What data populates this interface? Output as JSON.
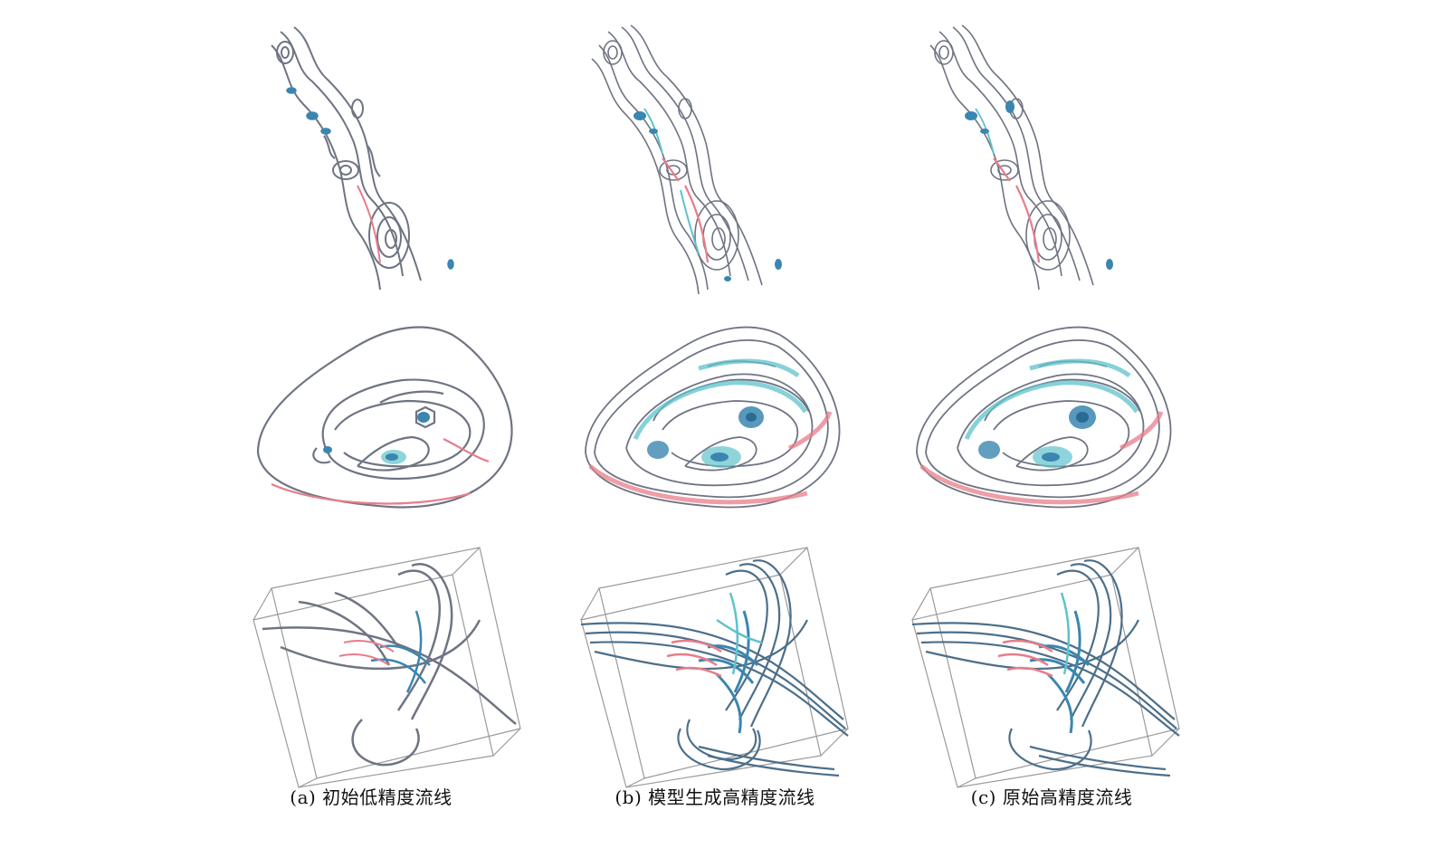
{
  "figure": {
    "panels": [
      {
        "id": "a",
        "caption": "(a) 初始低精度流线"
      },
      {
        "id": "b",
        "caption": "(b) 模型生成高精度流线"
      },
      {
        "id": "c",
        "caption": "(c) 原始高精度流线"
      }
    ],
    "colors": {
      "streamline_gray": "#6e7482",
      "streamline_blue": "#3a86b0",
      "streamline_cyan": "#5fc2cc",
      "streamline_pink": "#e77d8a",
      "box_edge": "#9a9a9a"
    }
  }
}
